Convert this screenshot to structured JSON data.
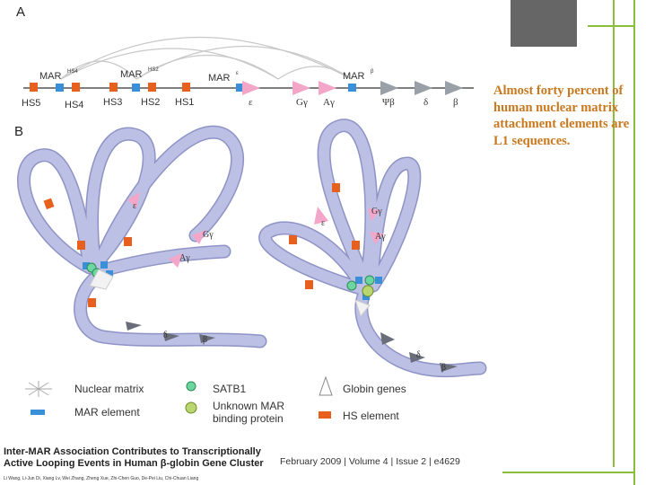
{
  "caption": "Almost forty percent of human nuclear matrix attachment elements are L1 sequences.",
  "figure": {
    "panel_a": "A",
    "panel_b": "B",
    "mar_labels": [
      "MAR",
      "MAR",
      "MAR",
      "MAR"
    ],
    "mar_sups": [
      "HS4",
      "HS2",
      "ε",
      "β"
    ],
    "hs_labels": [
      "HS5",
      "HS4",
      "HS3",
      "HS2",
      "HS1"
    ],
    "gene_labels": [
      "ε",
      "Gγ",
      "Aγ",
      "Ψβ",
      "δ",
      "β"
    ],
    "loop_labels": [
      "ε",
      "Gγ",
      "Aγ",
      "δ",
      "β",
      "ε",
      "Gγ",
      "Aγ",
      "δ",
      "β"
    ],
    "legend": {
      "nuclear_matrix": "Nuclear matrix",
      "satb1": "SATB1",
      "globin_genes": "Globin genes",
      "mar_element": "MAR element",
      "unknown_mar": "Unknown MAR binding protein",
      "hs_element": "HS element"
    }
  },
  "citation": {
    "title": "Inter-MAR Association Contributes to Transcriptionally Active Looping Events in Human β-globin Gene Cluster",
    "authors": "Li Wang, Li-Jun Di, Xiang Lv, Wei Zhang, Zheng Xue, Zhi-Chen Guo, De-Pei Liu, Chi-Chuan Liang",
    "journal": "February 2009 | Volume 4 | Issue 2 | e4629"
  },
  "colors": {
    "accent_green": "#8bbd3c",
    "caption": "#c8781e",
    "hs_element": "#e8601e",
    "mar_element": "#3a8fd9",
    "globin_gene": "#f4a6c8",
    "chromatin": "#b9bde2"
  }
}
